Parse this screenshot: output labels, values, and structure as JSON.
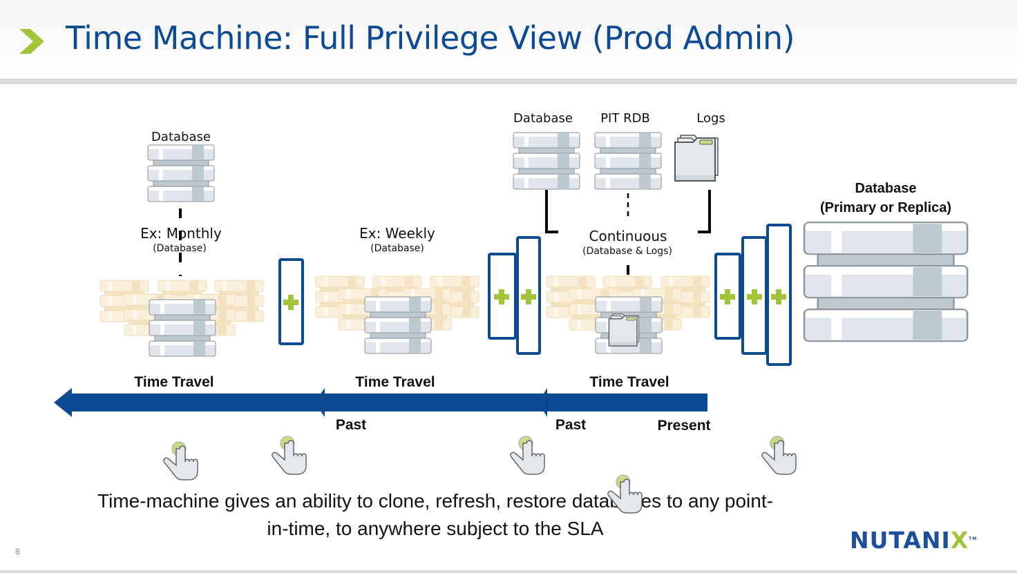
{
  "slide": {
    "title": "Time Machine: Full Privilege View (Prod Admin)",
    "page_number": "8",
    "colors": {
      "brand_blue": "#0d4a94",
      "accent_green": "#a2c43a",
      "db_gray": "#dfe5ea",
      "snapshot_tan": "#f6e6c4"
    }
  },
  "sections": [
    {
      "source_label": "Database",
      "frequency_label": "Ex: Monthly",
      "frequency_sub": "(Database)",
      "travel_label": "Time Travel"
    },
    {
      "frequency_label": "Ex: Weekly",
      "frequency_sub": "(Database)",
      "travel_label": "Time Travel",
      "past_label": "Past"
    },
    {
      "sources": [
        "Database",
        "PIT RDB",
        "Logs"
      ],
      "frequency_label": "Continuous",
      "frequency_sub": "(Database & Logs)",
      "travel_label": "Time Travel",
      "past_label": "Past",
      "present_label": "Present"
    }
  ],
  "target": {
    "title_line1": "Database",
    "title_line2": "(Primary or Replica)"
  },
  "icons": {
    "database": "database-icon",
    "folder": "folder-stack-icon",
    "plus": "plus-icon",
    "tap": "tap-hand-icon",
    "arrow": "left-arrow-icon"
  },
  "caption": {
    "line1": "Time-machine gives an ability to  clone, refresh, restore  databases to any point-",
    "line2": "in-time, to anywhere subject to the SLA"
  },
  "logo": {
    "text_main": "NUTANI",
    "text_x": "X",
    "tm": "TM"
  }
}
